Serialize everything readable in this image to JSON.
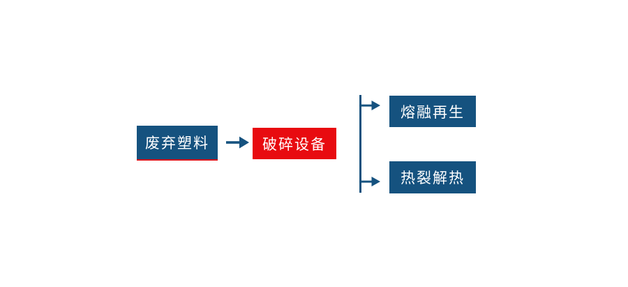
{
  "diagram": {
    "type": "flowchart",
    "background": "#ffffff",
    "colors": {
      "node_blue": "#15527f",
      "node_red": "#e80b10",
      "source_accent_line": "#d9131a",
      "connector_blue": "#15527f",
      "node_text": "#ffffff"
    },
    "nodes": {
      "source": {
        "label": "废弃塑料"
      },
      "process": {
        "label": "破碎设备"
      },
      "outputs": [
        {
          "label": "熔融再生"
        },
        {
          "label": "热裂解热"
        }
      ]
    },
    "flow": "source -> process -> (outputs[0], outputs[1])"
  }
}
